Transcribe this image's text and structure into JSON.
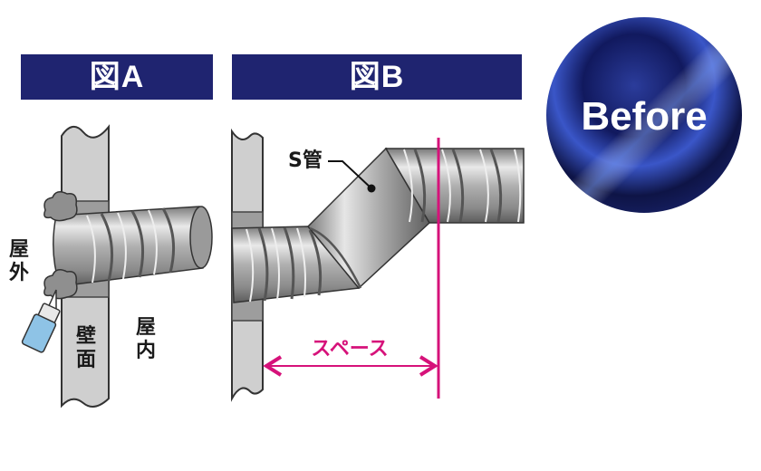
{
  "panel_a": {
    "title": "図A",
    "outside_label": "屋外",
    "wall_label": "壁面",
    "inside_label": "屋内"
  },
  "panel_b": {
    "title": "図B",
    "pipe_label": "S管",
    "space_label": "スペース"
  },
  "badge": {
    "label": "Before"
  },
  "colors": {
    "title_bar": "#1f2470",
    "badge_dark": "#0f1640",
    "space_accent": "#d6127a",
    "wall": "#c9c9c9",
    "pipe": "#b5b5b5",
    "caulk_tube": "#8ec3e6"
  },
  "icons": {
    "caulk_gun": "caulking-gun-icon",
    "sealant": "sealant-blob-icon"
  }
}
